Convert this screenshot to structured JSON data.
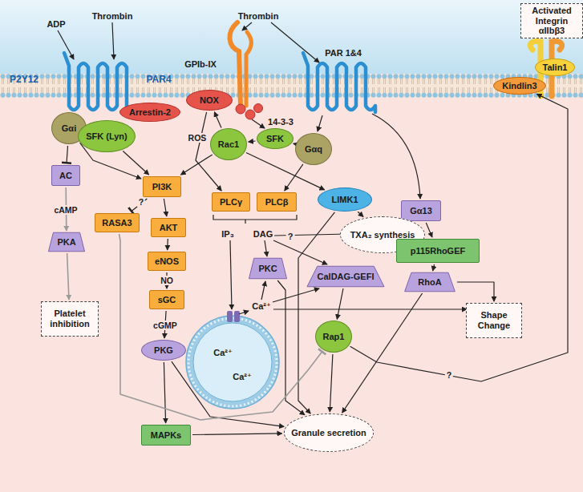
{
  "diagram": {
    "nodes": [
      {
        "text": [
          "Activated Integrin αIIbβ3"
        ]
      },
      {
        "text": [
          "Talin1"
        ]
      },
      {
        "text": [
          "Kindlin3"
        ]
      },
      {
        "text": [
          "NOX"
        ]
      },
      {
        "text": [
          "Arrestin-2"
        ]
      },
      {
        "text": [
          "Gαi"
        ]
      },
      {
        "text": [
          "SFK (Lyn)"
        ]
      },
      {
        "text": [
          "Rac1"
        ]
      },
      {
        "text": [
          "SFK"
        ]
      },
      {
        "text": [
          "Gαq"
        ]
      },
      {
        "text": [
          "AC"
        ]
      },
      {
        "text": [
          "PI3K"
        ]
      },
      {
        "text": [
          "PLCγ"
        ]
      },
      {
        "text": [
          "PLCβ"
        ]
      },
      {
        "text": [
          "LIMK1"
        ]
      },
      {
        "text": [
          "Gα13"
        ]
      },
      {
        "text": [
          "RASA3"
        ]
      },
      {
        "text": [
          "AKT"
        ]
      },
      {
        "text": [
          "TXA₂ synthesis"
        ]
      },
      {
        "text": [
          "PKA"
        ]
      },
      {
        "text": [
          "p115RhoGEF"
        ]
      },
      {
        "text": [
          "eNOS"
        ]
      },
      {
        "text": [
          "PKC"
        ]
      },
      {
        "text": [
          "CalDAG-GEFI"
        ]
      },
      {
        "text": [
          "sGC"
        ]
      },
      {
        "text": [
          "RhoA"
        ]
      },
      {
        "text": [
          "Shape Change"
        ]
      },
      {
        "text": [
          "Platelet inhibition"
        ]
      },
      {
        "text": [
          "Rap1"
        ]
      },
      {
        "text": [
          "PKG"
        ]
      },
      {
        "text": [
          "MAPKs"
        ]
      },
      {
        "text": [
          "Granule secretion"
        ]
      }
    ],
    "edges": [
      {
        "from": 5,
        "to": 10,
        "arrow": "to"
      },
      {
        "from": 5,
        "to": 11,
        "arrow": "to"
      },
      {
        "from": 6,
        "to": 11,
        "arrow": "to"
      },
      {
        "from": 10,
        "to": 19,
        "arrow": "to",
        "label": "cAMP"
      },
      {
        "from": 19,
        "to": 27,
        "arrow": "to"
      },
      {
        "from": 7,
        "to": 3,
        "arrow": "to"
      },
      {
        "from": 3,
        "to": 12,
        "arrow": "to",
        "label": "ROS"
      },
      {
        "from": 7,
        "to": 11,
        "arrow": "to"
      },
      {
        "from": 7,
        "to": 14,
        "arrow": "to"
      },
      {
        "from": 8,
        "to": 7,
        "arrow": "to"
      },
      {
        "from": 9,
        "to": 8,
        "arrow": "to"
      },
      {
        "from": 9,
        "to": 13,
        "arrow": "to"
      },
      {
        "from": 11,
        "to": 16,
        "arrow": "to",
        "label": "?"
      },
      {
        "from": 11,
        "to": 17,
        "arrow": "to"
      },
      {
        "from": 17,
        "to": 21,
        "arrow": "to"
      },
      {
        "from": 21,
        "to": 24,
        "arrow": "to",
        "label": "NO"
      },
      {
        "from": 24,
        "to": 29,
        "arrow": "to",
        "label": "cGMP"
      },
      {
        "from": 29,
        "to": 30,
        "arrow": "to"
      },
      {
        "from": 29,
        "to": 31,
        "arrow": "to"
      },
      {
        "from": 30,
        "to": 31,
        "arrow": "to"
      },
      {
        "from": 14,
        "to": 18,
        "arrow": "to"
      },
      {
        "from": 14,
        "to": 31,
        "arrow": "to"
      },
      {
        "from": 15,
        "to": 20,
        "arrow": "to"
      },
      {
        "from": 20,
        "to": 25,
        "arrow": "to"
      },
      {
        "from": 25,
        "to": 26,
        "arrow": "to"
      },
      {
        "from": 25,
        "to": 31,
        "arrow": "to"
      },
      {
        "from": 22,
        "to": 31,
        "arrow": "to"
      },
      {
        "from": 23,
        "to": 28,
        "arrow": "to"
      },
      {
        "from": 28,
        "to": 31,
        "arrow": "to"
      },
      {
        "from": 28,
        "to": 2,
        "arrow": "to",
        "label": "?"
      },
      {
        "from": 16,
        "to": 28,
        "arrow": "to"
      }
    ],
    "labels": [
      "ADP",
      "Thrombin",
      "P2Y12",
      "PAR4",
      "Thrombin",
      "GPIb-IX",
      "PAR 1&4",
      "14-3-3",
      "IP₃",
      "DAG",
      "?",
      "Ca²⁺",
      "Ca²⁺",
      "Ca²⁺"
    ]
  }
}
